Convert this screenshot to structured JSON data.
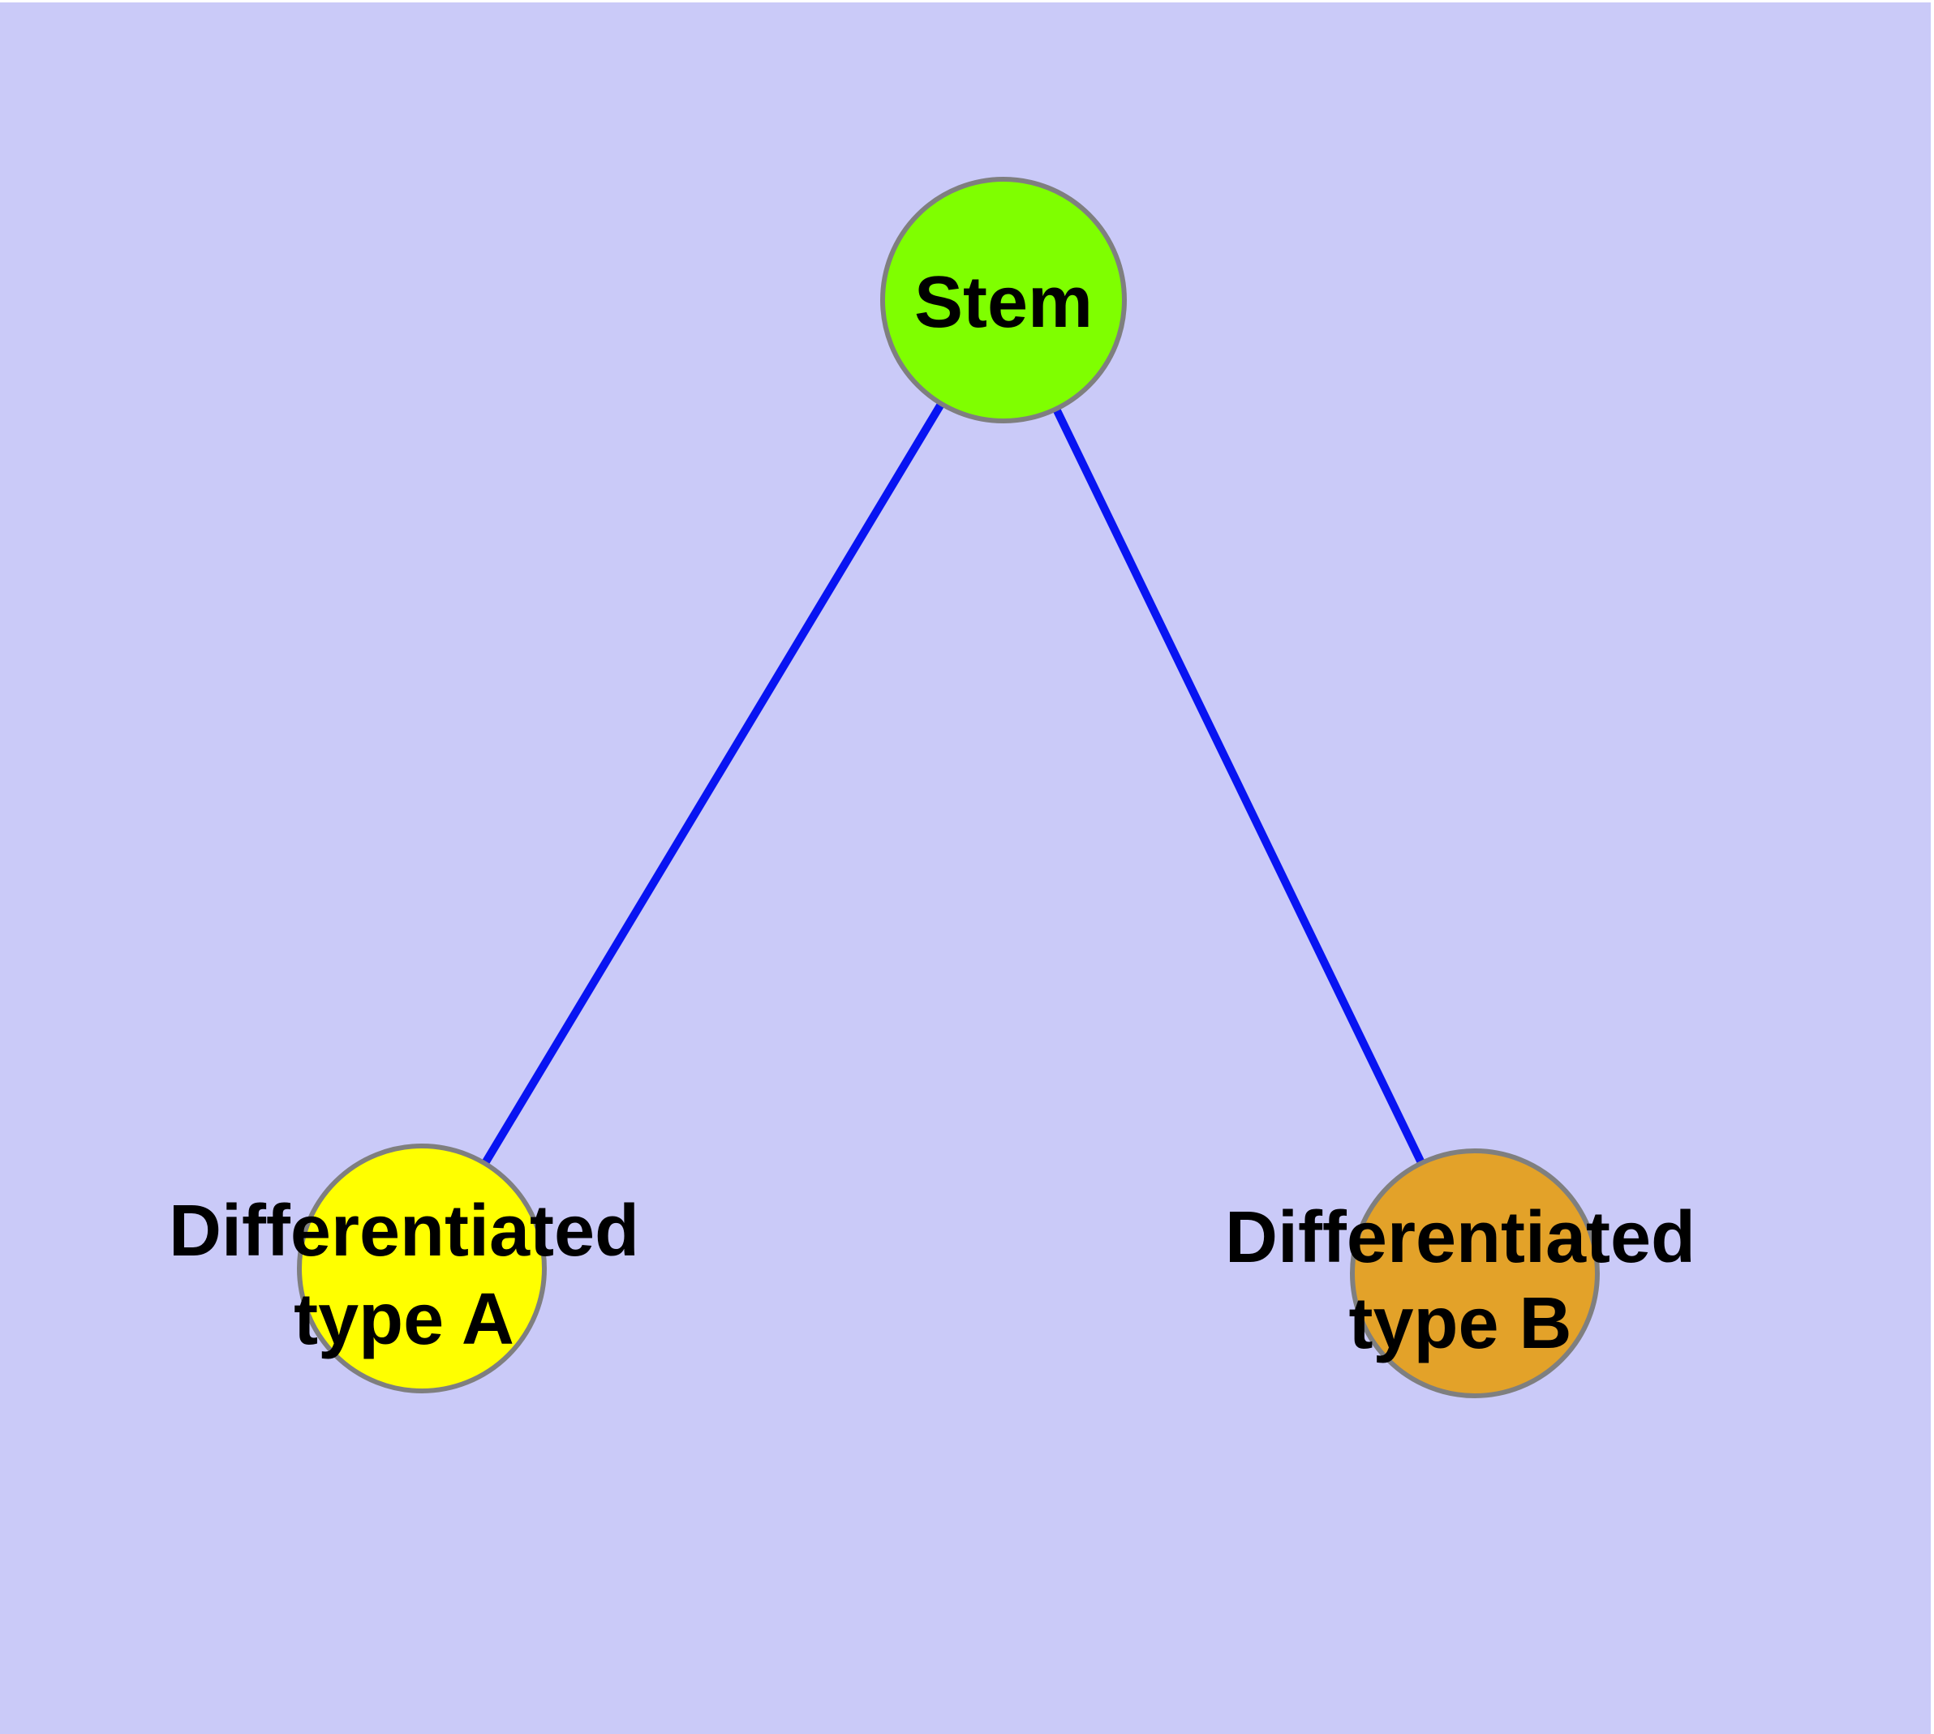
{
  "diagram": {
    "type": "graph",
    "description": "Cell differentiation tree: a Stem node connected to two differentiated cell-type nodes",
    "colors": {
      "background": "#CACAF8",
      "frame": "#FFFFFF",
      "edge": "#0814F2",
      "node_border": "#7F7F7F",
      "label_text": "#000000",
      "stem_fill": "#7FFF00",
      "type_a_fill": "#FFFF00",
      "type_b_fill": "#E3A229"
    },
    "nodes": [
      {
        "id": "stem",
        "label": "Stem",
        "line1": "Stem",
        "line2": "",
        "color": "#7FFF00"
      },
      {
        "id": "type-a",
        "label": "Differentiated type A",
        "line1": "Differentiated",
        "line2": "type A",
        "color": "#FFFF00"
      },
      {
        "id": "type-b",
        "label": "Differentiated type B",
        "line1": "Differentiated",
        "line2": "type B",
        "color": "#E3A229"
      }
    ],
    "edges": [
      {
        "from": "Stem",
        "to": "Differentiated type A"
      },
      {
        "from": "Stem",
        "to": "Differentiated type B"
      }
    ]
  }
}
